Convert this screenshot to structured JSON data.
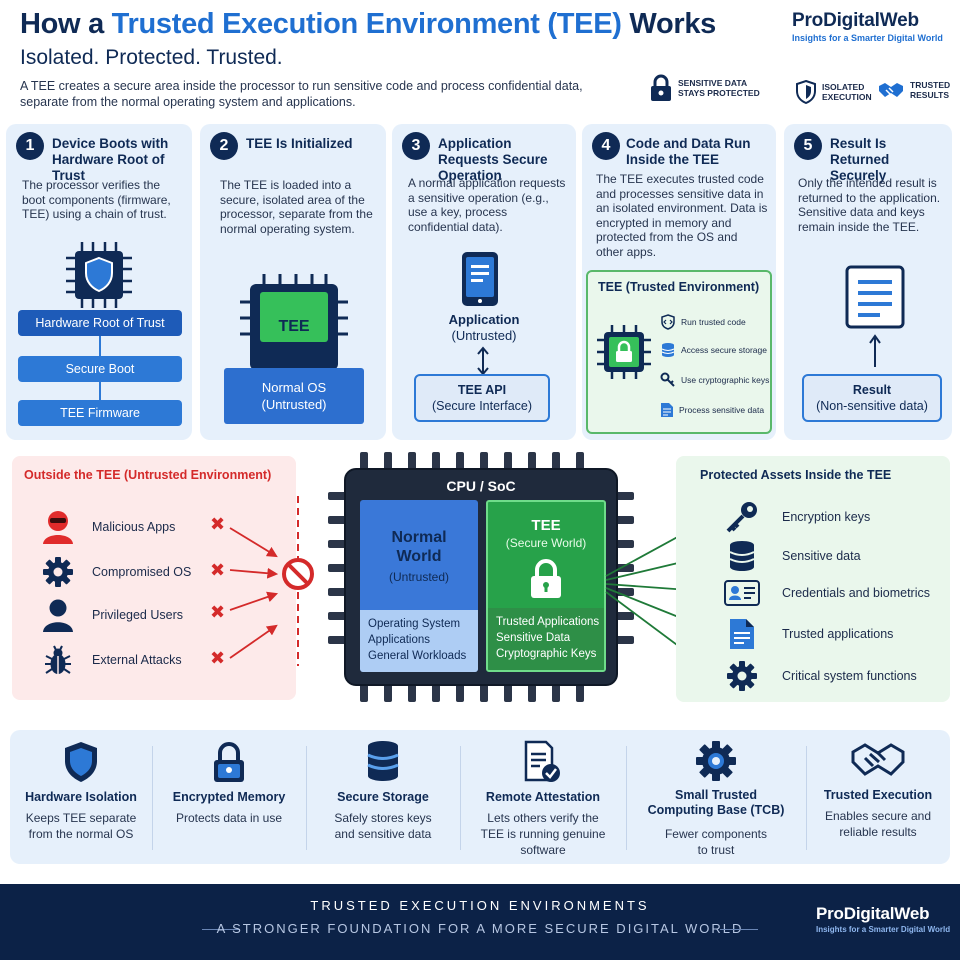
{
  "header": {
    "title_pre": "How a ",
    "title_accent": "Trusted Execution Environment (TEE)",
    "title_post": " Works",
    "subtitle": "Isolated. Protected. Trusted.",
    "intro": "A TEE creates a secure area inside the processor to run sensitive code and process confidential data, separate from the normal operating system and applications.",
    "brand": {
      "name": "ProDigitalWeb",
      "tagline": "Insights for a Smarter Digital World"
    },
    "badges": {
      "sensitive_line1": "SENSITIVE DATA",
      "sensitive_line2": "STAYS PROTECTED",
      "isolated_line1": "ISOLATED",
      "isolated_line2": "EXECUTION",
      "trusted_line1": "TRUSTED",
      "trusted_line2": "RESULTS"
    }
  },
  "steps": [
    {
      "num": "1",
      "title": "Device Boots with Hardware Root of Trust",
      "desc": "The processor verifies the boot components (firmware, TEE) using a chain of trust.",
      "boxes": [
        "Hardware Root of Trust",
        "Secure Boot",
        "TEE Firmware"
      ]
    },
    {
      "num": "2",
      "title": "TEE Is Initialized",
      "desc": "The TEE is loaded into a secure, isolated area of the processor, separate from the normal operating system.",
      "chip_label": "TEE",
      "os_line1": "Normal OS",
      "os_line2": "(Untrusted)"
    },
    {
      "num": "3",
      "title": "Application Requests Secure Operation",
      "desc": "A normal application requests a sensitive operation (e.g., use a key, process confidential data).",
      "app_line1": "Application",
      "app_line2": "(Untrusted)",
      "api_line1": "TEE API",
      "api_line2": "(Secure Interface)"
    },
    {
      "num": "4",
      "title": "Code and Data Run Inside the TEE",
      "desc": "The TEE executes trusted code and processes sensitive data in an isolated environment. Data is encrypted in memory and protected from the OS and other apps.",
      "env_title": "TEE (Trusted Environment)",
      "env_items": [
        "Run trusted code",
        "Access secure storage",
        "Use cryptographic keys",
        "Process sensitive data"
      ]
    },
    {
      "num": "5",
      "title": "Result Is Returned Securely",
      "desc": "Only the intended result is returned to the application. Sensitive data and keys remain inside the TEE.",
      "result_line1": "Result",
      "result_line2": "(Non-sensitive data)"
    }
  ],
  "outside": {
    "title": "Outside the TEE (Untrusted Environment)",
    "threats": [
      "Malicious Apps",
      "Compromised OS",
      "Privileged Users",
      "External Attacks"
    ]
  },
  "cpu": {
    "title": "CPU / SoC",
    "normal": {
      "line1": "Normal",
      "line2": "World",
      "sub": "(Untrusted)",
      "items": [
        "Operating System",
        "Applications",
        "General Workloads"
      ]
    },
    "tee": {
      "title": "TEE",
      "sub": "(Secure World)",
      "items": [
        "Trusted Applications",
        "Sensitive Data",
        "Cryptographic Keys"
      ]
    }
  },
  "protected": {
    "title": "Protected Assets Inside the TEE",
    "assets": [
      "Encryption keys",
      "Sensitive data",
      "Credentials and biometrics",
      "Trusted applications",
      "Critical system functions"
    ]
  },
  "features": [
    {
      "title": "Hardware Isolation",
      "desc1": "Keeps TEE separate",
      "desc2": "from the normal OS",
      "desc3": ""
    },
    {
      "title": "Encrypted Memory",
      "desc1": "Protects data in use",
      "desc2": "",
      "desc3": ""
    },
    {
      "title": "Secure Storage",
      "desc1": "Safely stores keys",
      "desc2": "and sensitive data",
      "desc3": ""
    },
    {
      "title": "Remote Attestation",
      "desc1": "Lets others verify the",
      "desc2": "TEE is running genuine",
      "desc3": "software"
    },
    {
      "title": "Small Trusted",
      "title2": "Computing Base (TCB)",
      "desc1": "Fewer components",
      "desc2": "to trust",
      "desc3": ""
    },
    {
      "title": "Trusted Execution",
      "desc1": "Enables secure and",
      "desc2": "reliable results",
      "desc3": ""
    }
  ],
  "footer": {
    "line1": "TRUSTED EXECUTION ENVIRONMENTS",
    "line2": "A STRONGER FOUNDATION FOR A MORE SECURE DIGITAL WORLD"
  },
  "colors": {
    "navy": "#0f2a55",
    "accent": "#1f6fd1",
    "green": "#27a24a",
    "red": "#d42a2a"
  }
}
